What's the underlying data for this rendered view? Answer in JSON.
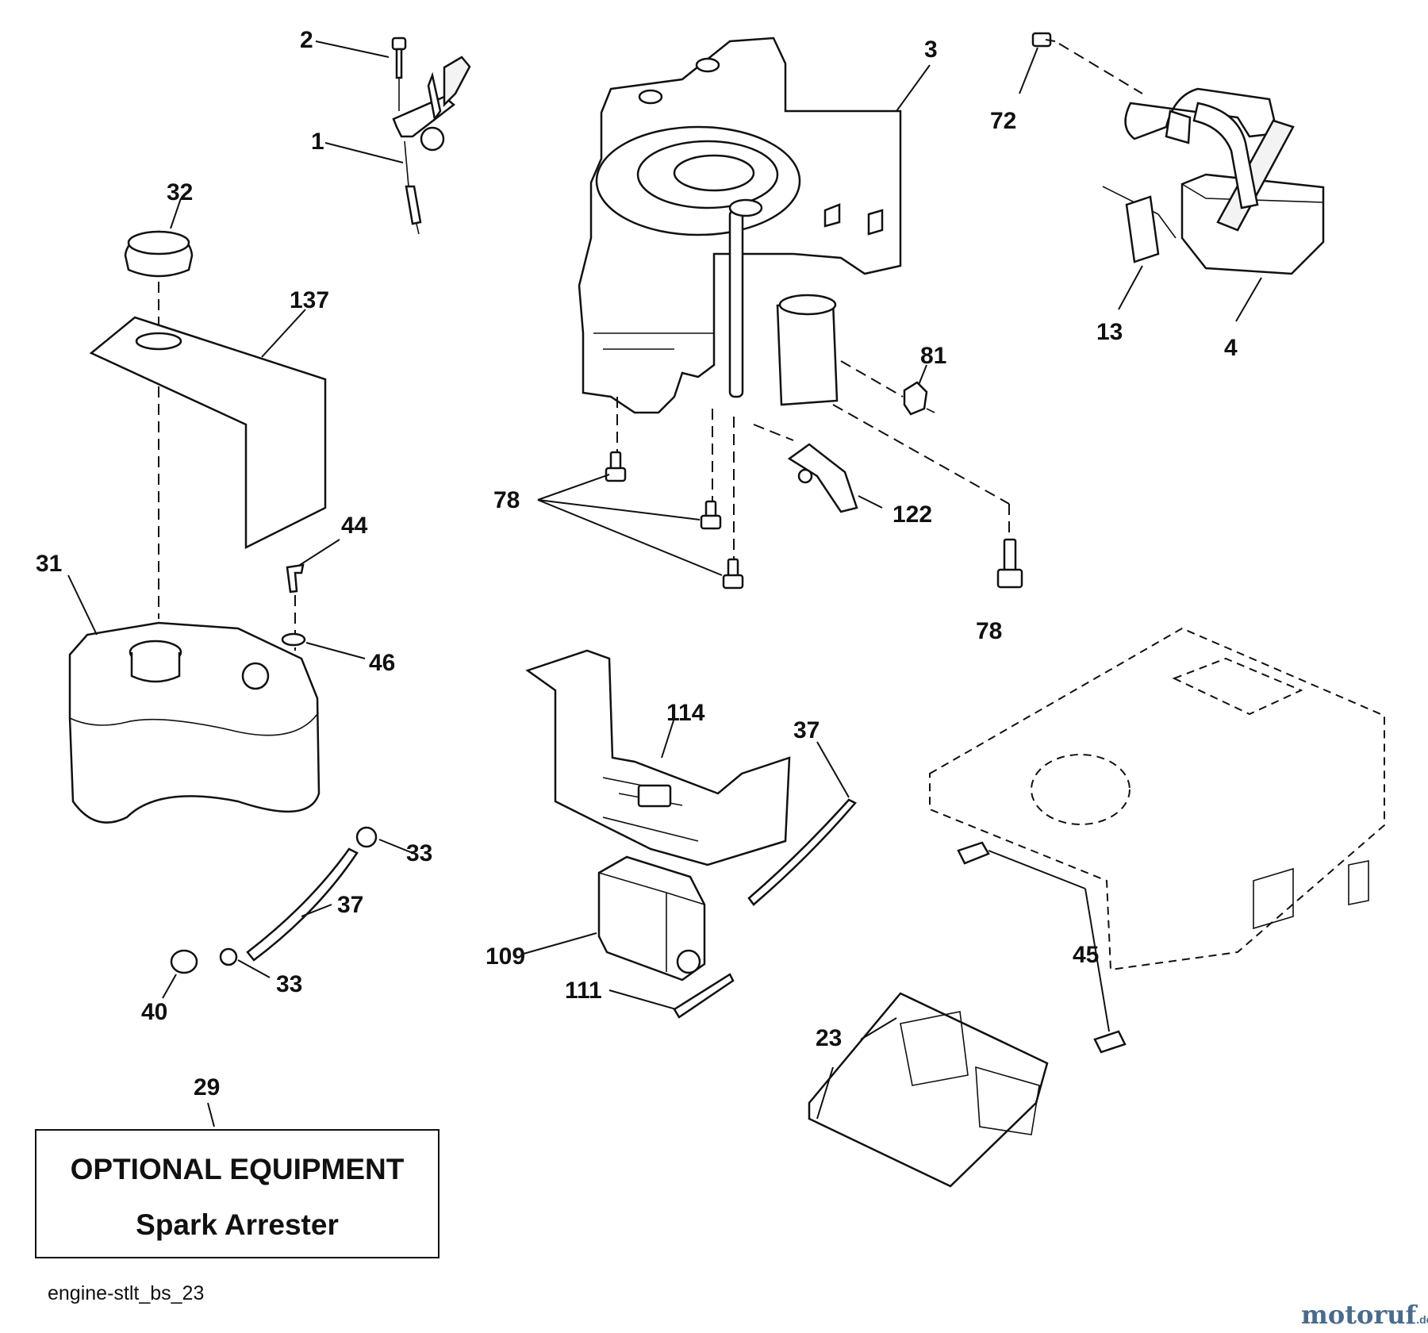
{
  "diagram": {
    "id_label": "engine-stlt_bs_23",
    "optional_box": {
      "title": "OPTIONAL EQUIPMENT",
      "subtitle": "Spark Arrester"
    },
    "watermark": {
      "brand": "motoruf",
      "suffix": ".de",
      "color": "#4a6b8a"
    },
    "callouts": {
      "c1": "1",
      "c2": "2",
      "c3": "3",
      "c4": "4",
      "c13": "13",
      "c23": "23",
      "c29": "29",
      "c31": "31",
      "c32": "32",
      "c33a": "33",
      "c33b": "33",
      "c37a": "37",
      "c37b": "37",
      "c40": "40",
      "c44": "44",
      "c45": "45",
      "c46": "46",
      "c72": "72",
      "c78a": "78",
      "c78b": "78",
      "c81": "81",
      "c109": "109",
      "c111": "111",
      "c114": "114",
      "c122": "122",
      "c137": "137"
    }
  }
}
